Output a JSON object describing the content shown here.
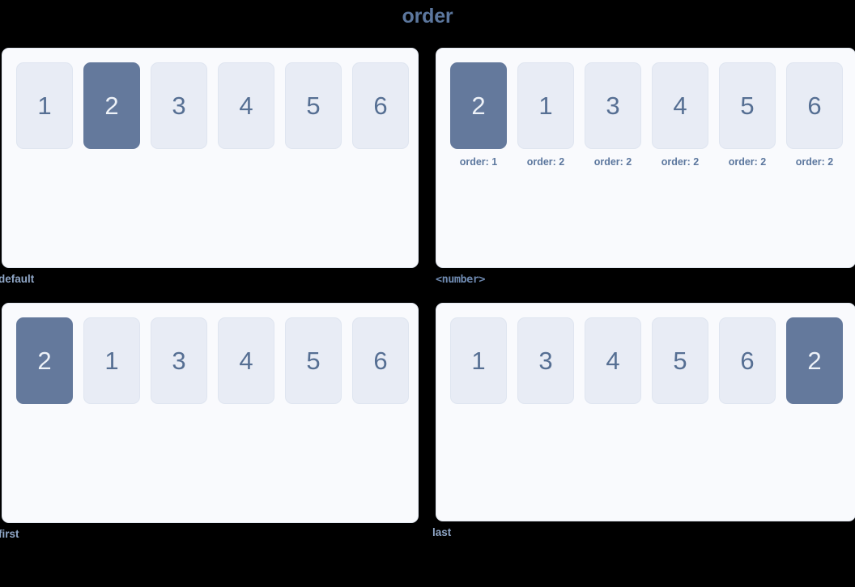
{
  "title": "order",
  "theme": {
    "page_background": "#000000",
    "panel_background": "#f9fafd",
    "panel_border": "#e4e9f2",
    "item_background": "#e8ecf5",
    "item_text": "#566f93",
    "item_active_background": "#64799c",
    "item_active_text": "#eef2f8",
    "title_color": "#5c779e",
    "caption_color": "#8fa6c6"
  },
  "panels": [
    {
      "caption": "default",
      "caption_style": "plain",
      "items": [
        {
          "label": "1",
          "active": false
        },
        {
          "label": "2",
          "active": true
        },
        {
          "label": "3",
          "active": false
        },
        {
          "label": "4",
          "active": false
        },
        {
          "label": "5",
          "active": false
        },
        {
          "label": "6",
          "active": false
        }
      ]
    },
    {
      "caption": "<number>",
      "caption_style": "mono",
      "items": [
        {
          "label": "2",
          "active": true,
          "note": "order: 1"
        },
        {
          "label": "1",
          "active": false,
          "note": "order: 2"
        },
        {
          "label": "3",
          "active": false,
          "note": "order: 2"
        },
        {
          "label": "4",
          "active": false,
          "note": "order: 2"
        },
        {
          "label": "5",
          "active": false,
          "note": "order: 2"
        },
        {
          "label": "6",
          "active": false,
          "note": "order: 2"
        }
      ]
    },
    {
      "caption": "first",
      "caption_style": "plain",
      "items": [
        {
          "label": "2",
          "active": true
        },
        {
          "label": "1",
          "active": false
        },
        {
          "label": "3",
          "active": false
        },
        {
          "label": "4",
          "active": false
        },
        {
          "label": "5",
          "active": false
        },
        {
          "label": "6",
          "active": false
        }
      ]
    },
    {
      "caption": "last",
      "caption_style": "plain",
      "items": [
        {
          "label": "1",
          "active": false
        },
        {
          "label": "3",
          "active": false
        },
        {
          "label": "4",
          "active": false
        },
        {
          "label": "5",
          "active": false
        },
        {
          "label": "6",
          "active": false
        },
        {
          "label": "2",
          "active": true
        }
      ]
    }
  ]
}
